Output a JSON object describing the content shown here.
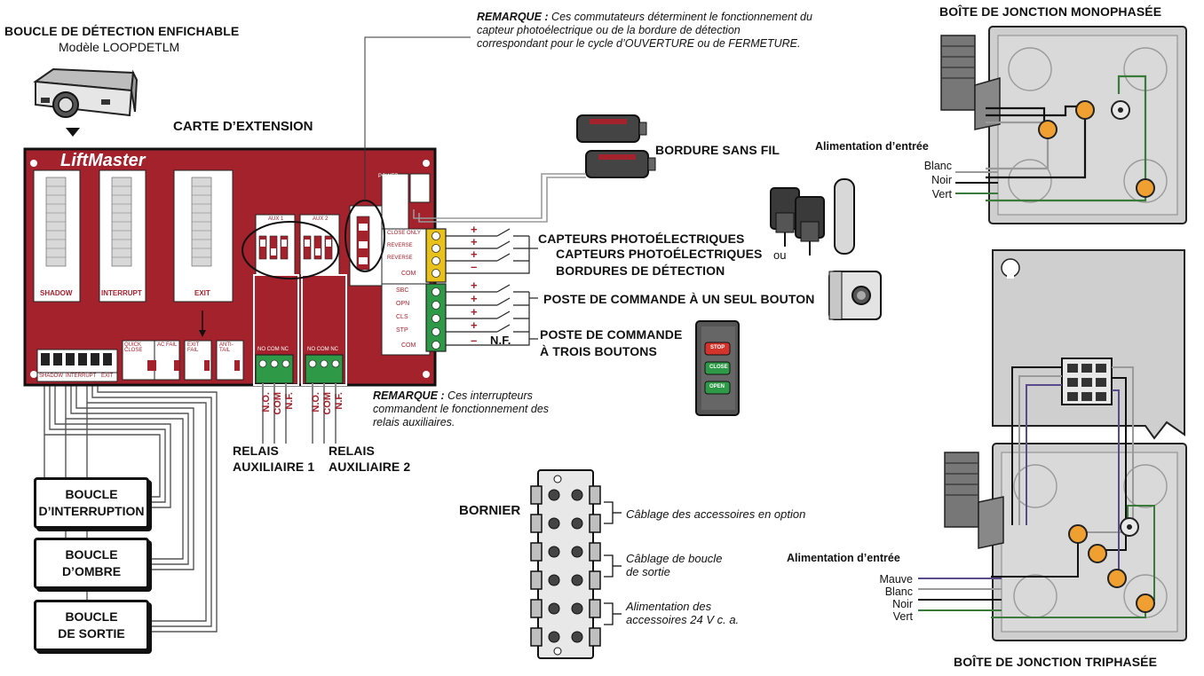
{
  "plug_in_loop": {
    "title": "BOUCLE DE DÉTECTION ENFICHABLE",
    "model": "Modèle LOOPDETLM"
  },
  "expansion_board": {
    "title": "CARTE D’EXTENSION",
    "brand": "LiftMaster"
  },
  "note_top": {
    "lead": "REMARQUE :",
    "text": "Ces commutateurs déterminent le fonctionnement du capteur photoélectrique ou de la bordure de détection correspondant pour le cycle d’OUVERTURE ou de FERMETURE."
  },
  "wireless_edge": "BORDURE SANS FIL",
  "photo_sensors": {
    "line1": "CAPTEURS PHOTOÉLECTRIQUES",
    "line2": "CAPTEURS PHOTOÉLECTRIQUES",
    "or": "ou",
    "line3": "BORDURES DE DÉTECTION"
  },
  "single_button": "POSTE DE COMMANDE À UN SEUL BOUTON",
  "three_button": {
    "line1": "POSTE DE COMMANDE",
    "line2": "À TROIS BOUTONS"
  },
  "nc_label": "N.F.",
  "note_relay": {
    "lead": "REMARQUE :",
    "text": "Ces interrupteurs commandent le fonctionnement des relais auxiliaires."
  },
  "relay1": {
    "line1": "RELAIS",
    "line2": "AUXILIAIRE 1"
  },
  "relay2": {
    "line1": "RELAIS",
    "line2": "AUXILIAIRE 2"
  },
  "relay_pins": {
    "nf": "N.F.",
    "com": "COM",
    "no": "N.O."
  },
  "loops": {
    "interrupt": [
      "BOUCLE",
      "D’INTERRUPTION"
    ],
    "shadow": [
      "BOUCLE",
      "D’OMBRE"
    ],
    "exit": [
      "BOUCLE",
      "DE SORTIE"
    ]
  },
  "terminal_block": {
    "title": "BORNIER",
    "optional": "Câblage des accessoires en option",
    "exit_loop": [
      "Câblage de boucle",
      "de sortie"
    ],
    "power": [
      "Alimentation des",
      "accessoires 24 V c. a."
    ]
  },
  "single_phase": {
    "title": "BOÎTE DE JONCTION MONOPHASÉE",
    "input": "Alimentation d’entrée",
    "wires": [
      "Blanc",
      "Noir",
      "Vert"
    ]
  },
  "three_phase": {
    "title": "BOÎTE DE JONCTION TRIPHASÉE",
    "input": "Alimentation d’entrée",
    "wires": [
      "Mauve",
      "Blanc",
      "Noir",
      "Vert"
    ]
  },
  "board_labels": {
    "shadow": "SHADOW",
    "interrupt": "INTERRUPT",
    "exit": "EXIT",
    "quick_close": "QUICK CLOSE",
    "ac_fail": "AC FAIL",
    "exit_fail": "EXIT FAIL",
    "anti_tail": "ANTI-TAIL",
    "aux1": "AUX 1",
    "aux2": "AUX 2",
    "no_com_nc": "NO COM NC",
    "power": "POWER",
    "inputs": [
      "SBC",
      "OPN",
      "CLS",
      "STP",
      "COM"
    ],
    "photo_inputs": [
      "CLOSE ONLY",
      "REVERSE",
      "REVERSE",
      "COM"
    ],
    "ctrl_text": [
      "STOP",
      "CLOSE",
      "OPEN"
    ],
    "bottom_connectors": [
      "SHADOW",
      "INTERRUPT",
      "EXIT"
    ]
  },
  "colors": {
    "board": "#a3222c",
    "terminal_green": "#2e9a47",
    "terminal_yellow": "#e8c21a",
    "junction_orange": "#f0a030",
    "box_gray": "#cfcfcf"
  }
}
